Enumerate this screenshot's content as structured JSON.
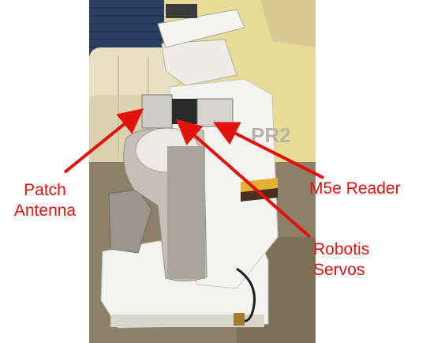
{
  "annotations": {
    "patch_antenna": {
      "line1": "Patch",
      "line2": "Antenna"
    },
    "m5e_reader": {
      "line1": "M5e Reader"
    },
    "robotis_servos": {
      "line1": "Robotis",
      "line2": "Servos"
    }
  },
  "robot_branding": {
    "logo_text": "PR2"
  },
  "colors": {
    "annotation_red": "#e3120b",
    "wall_yellow": "#e7dc95",
    "couch_beige": "#e9e0c3",
    "robot_white": "#f3f3f1",
    "robot_gray": "#9a968d",
    "carpet": "#8d7f68"
  }
}
